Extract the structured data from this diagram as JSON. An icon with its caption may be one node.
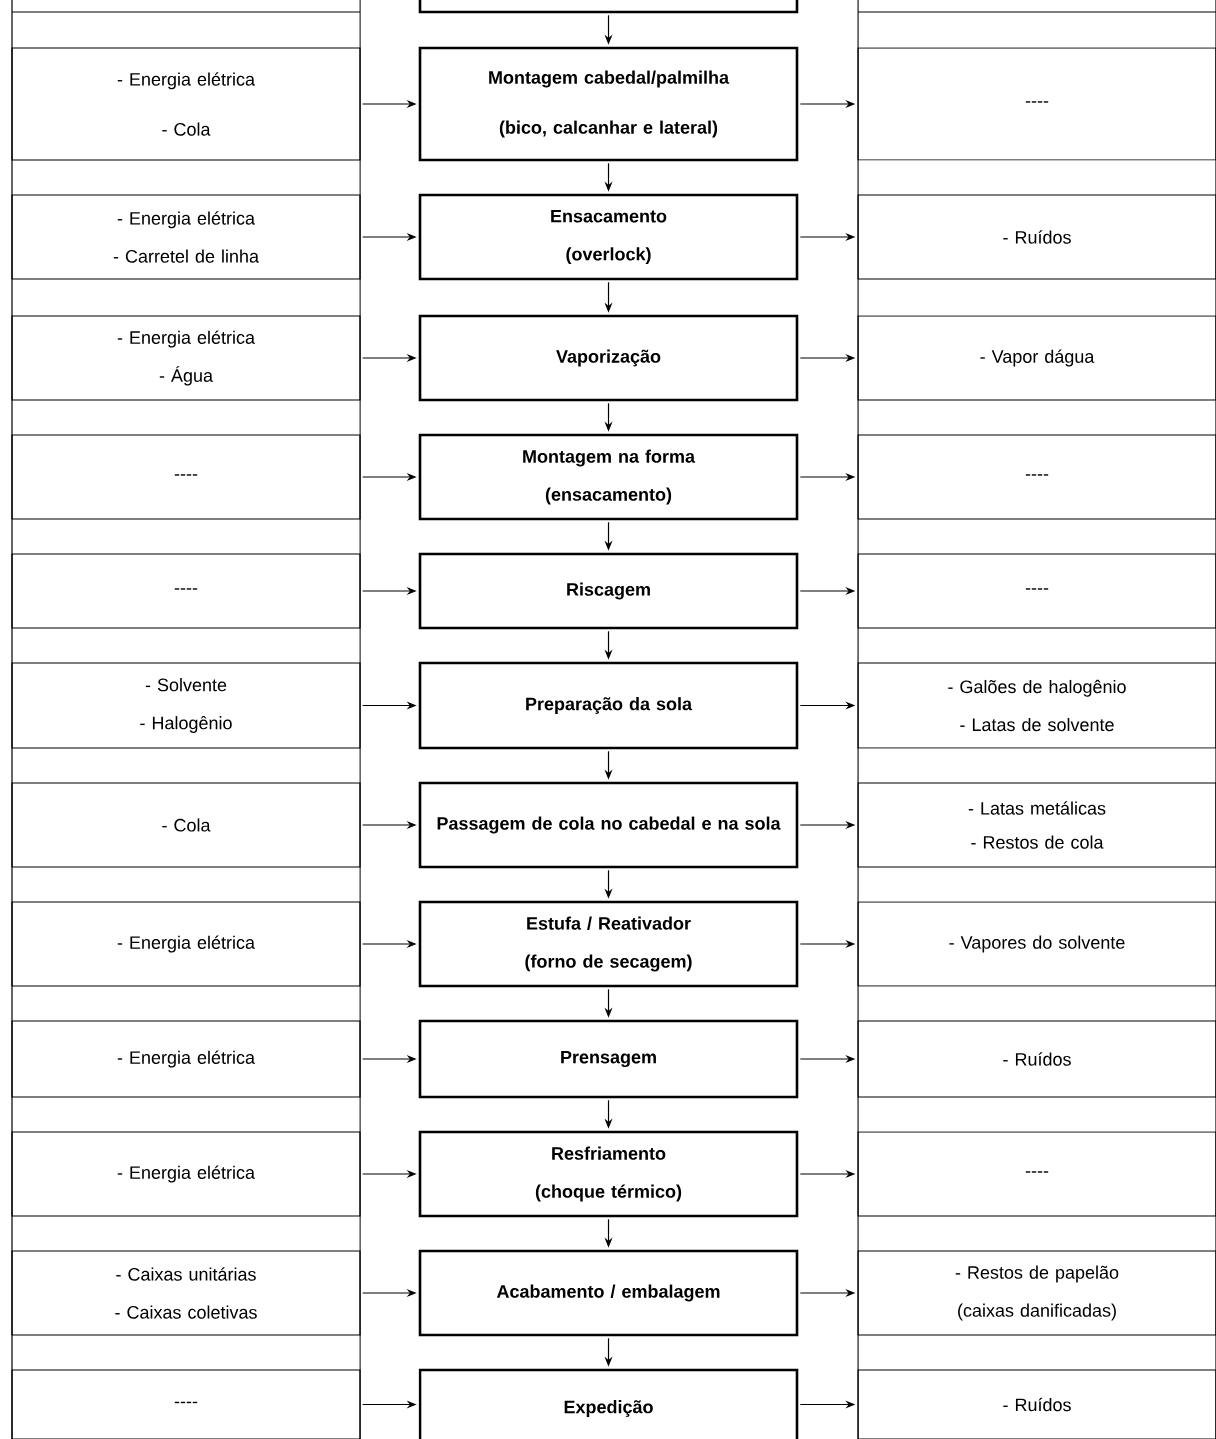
{
  "diagram": {
    "nodes": [
      {
        "text": [],
        "shape": "box"
      },
      {
        "text": [
          "- Energia elétrica",
          "- Cola"
        ]
      },
      {
        "text": [
          "Montagem cabedal/palmilha",
          "(bico, calcanhar e lateral)"
        ]
      },
      {
        "text": [
          "----"
        ]
      },
      {
        "text": [
          "- Energia elétrica",
          "- Carretel de linha"
        ]
      },
      {
        "text": [
          "Ensacamento",
          "(overlock)"
        ]
      },
      {
        "text": [
          "- Ruídos"
        ]
      },
      {
        "text": [
          "- Energia elétrica",
          "- Água"
        ]
      },
      {
        "text": [
          "Vaporização"
        ]
      },
      {
        "text": [
          "- Vapor dágua"
        ]
      },
      {
        "text": [
          "----"
        ]
      },
      {
        "text": [
          "Montagem na forma",
          "(ensacamento)"
        ]
      },
      {
        "text": [
          "----"
        ]
      },
      {
        "text": [
          "----"
        ]
      },
      {
        "text": [
          "Riscagem"
        ]
      },
      {
        "text": [
          "----"
        ]
      },
      {
        "text": [
          "- Solvente",
          "- Halogênio"
        ]
      },
      {
        "text": [
          "Preparação da sola"
        ]
      },
      {
        "text": [
          "- Galões de halogênio",
          "- Latas de solvente"
        ]
      },
      {
        "text": [
          "- Cola"
        ]
      },
      {
        "text": [
          "Passagem de cola no cabedal e na sola"
        ]
      },
      {
        "text": [
          "- Latas metálicas",
          "- Restos de cola"
        ]
      },
      {
        "text": [
          "- Energia elétrica"
        ]
      },
      {
        "text": [
          "Estufa / Reativador",
          "(forno de secagem)"
        ]
      },
      {
        "text": [
          "- Vapores do solvente"
        ]
      },
      {
        "text": [
          "- Energia elétrica"
        ]
      },
      {
        "text": [
          "Prensagem"
        ]
      },
      {
        "text": [
          "- Ruídos"
        ]
      },
      {
        "text": [
          "- Energia elétrica"
        ]
      },
      {
        "text": [
          "Resfriamento",
          "(choque térmico)"
        ]
      },
      {
        "text": [
          "----"
        ]
      },
      {
        "text": [
          "- Caixas unitárias",
          "- Caixas coletivas"
        ]
      },
      {
        "text": [
          "Acabamento / embalagem"
        ]
      },
      {
        "text": [
          "- Restos de papelão",
          "(caixas danificadas)"
        ]
      },
      {
        "text": [
          "----"
        ]
      },
      {
        "text": [
          "Expedição"
        ]
      },
      {
        "text": [
          "- Ruídos"
        ]
      }
    ],
    "edges": [
      {
        "from": 0,
        "to": 2,
        "arrow": "to"
      },
      {
        "from": 1,
        "to": 2,
        "arrow": "to"
      },
      {
        "from": 2,
        "to": 3,
        "arrow": "to"
      },
      {
        "from": 2,
        "to": 5,
        "arrow": "to"
      },
      {
        "from": 4,
        "to": 5,
        "arrow": "to"
      },
      {
        "from": 5,
        "to": 6,
        "arrow": "to"
      },
      {
        "from": 5,
        "to": 8,
        "arrow": "to"
      },
      {
        "from": 7,
        "to": 8,
        "arrow": "to"
      },
      {
        "from": 8,
        "to": 9,
        "arrow": "to"
      },
      {
        "from": 8,
        "to": 11,
        "arrow": "to"
      },
      {
        "from": 10,
        "to": 11,
        "arrow": "to"
      },
      {
        "from": 11,
        "to": 12,
        "arrow": "to"
      },
      {
        "from": 11,
        "to": 14,
        "arrow": "to"
      },
      {
        "from": 13,
        "to": 14,
        "arrow": "to"
      },
      {
        "from": 14,
        "to": 15,
        "arrow": "to"
      },
      {
        "from": 14,
        "to": 17,
        "arrow": "to"
      },
      {
        "from": 16,
        "to": 17,
        "arrow": "to"
      },
      {
        "from": 17,
        "to": 18,
        "arrow": "to"
      },
      {
        "from": 17,
        "to": 20,
        "arrow": "to"
      },
      {
        "from": 19,
        "to": 20,
        "arrow": "to"
      },
      {
        "from": 20,
        "to": 21,
        "arrow": "to"
      },
      {
        "from": 20,
        "to": 23,
        "arrow": "to"
      },
      {
        "from": 22,
        "to": 23,
        "arrow": "to"
      },
      {
        "from": 23,
        "to": 24,
        "arrow": "to"
      },
      {
        "from": 23,
        "to": 26,
        "arrow": "to"
      },
      {
        "from": 25,
        "to": 26,
        "arrow": "to"
      },
      {
        "from": 26,
        "to": 27,
        "arrow": "to"
      },
      {
        "from": 26,
        "to": 29,
        "arrow": "to"
      },
      {
        "from": 28,
        "to": 29,
        "arrow": "to"
      },
      {
        "from": 29,
        "to": 30,
        "arrow": "to"
      },
      {
        "from": 29,
        "to": 32,
        "arrow": "to"
      },
      {
        "from": 31,
        "to": 32,
        "arrow": "to"
      },
      {
        "from": 32,
        "to": 33,
        "arrow": "to"
      },
      {
        "from": 32,
        "to": 35,
        "arrow": "to"
      },
      {
        "from": 34,
        "to": 35,
        "arrow": "to"
      },
      {
        "from": 35,
        "to": 36,
        "arrow": "to"
      }
    ]
  }
}
